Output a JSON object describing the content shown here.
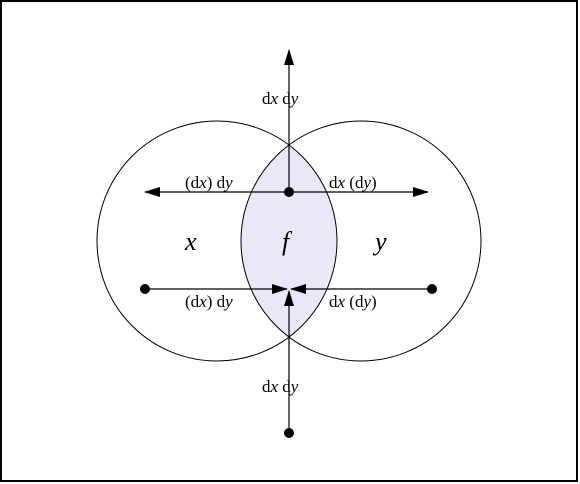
{
  "colors": {
    "border": "#000000",
    "lens_fill": "#e9e8f9",
    "stroke": "#000000"
  },
  "regions": {
    "left": "x",
    "center": "f",
    "right": "y"
  },
  "arrows": {
    "top_vertical": {
      "a": "dx",
      "b": "dy",
      "italic_b": "y",
      "italic_a": "x"
    },
    "bottom_vertical": {
      "a": "dx",
      "b": "dy"
    },
    "upper_left": "(dx) dy",
    "upper_right": "dx (dy)",
    "lower_left": "(dx) dy",
    "lower_right": "dx (dy)"
  },
  "labels": {
    "top": [
      "d",
      "x",
      " d",
      "y"
    ],
    "bottom": [
      "d",
      "x",
      " d",
      "y"
    ],
    "upper_left": [
      "(d",
      "x",
      ") d",
      "y"
    ],
    "upper_right": [
      "d",
      "x",
      " (d",
      "y",
      ")"
    ],
    "lower_left": [
      "(d",
      "x",
      ") d",
      "y"
    ],
    "lower_right": [
      "d",
      "x",
      " (d",
      "y",
      ")"
    ]
  }
}
